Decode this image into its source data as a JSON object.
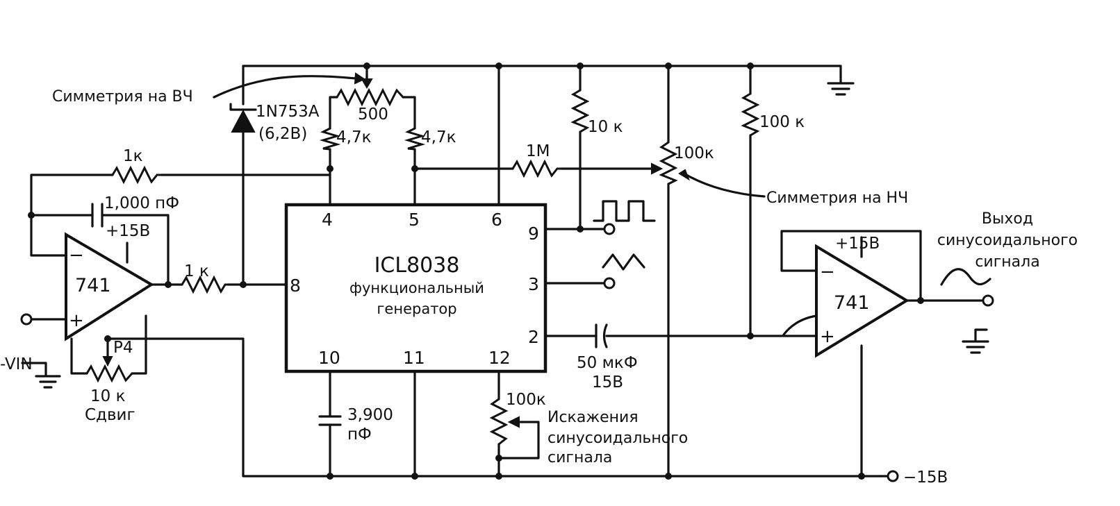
{
  "ic": {
    "name": "ICL8038",
    "description_line1": "функциональный",
    "description_line2": "генератор",
    "pins": {
      "p2": "2",
      "p3": "3",
      "p4": "4",
      "p5": "5",
      "p6": "6",
      "p8": "8",
      "p9": "9",
      "p10": "10",
      "p11": "11",
      "p12": "12"
    }
  },
  "opamp_input": {
    "model": "741",
    "supply": "+15В",
    "minus": "−",
    "plus": "+",
    "pot": "P4",
    "pot_value": "10 к",
    "pot_caption": "Сдвиг",
    "input": "-VIN"
  },
  "opamp_output": {
    "model": "741",
    "supply": "+15В",
    "minus": "−",
    "plus": "+",
    "caption_line1": "Выход",
    "caption_line2": "синусоидального",
    "caption_line3": "сигнала"
  },
  "components": {
    "r_feedback": "1к",
    "c_feedback": "1,000 пФ",
    "r_series": "1 к",
    "diode_name": "1N753A",
    "diode_voltage": "(6,2В)",
    "pot_500": "500",
    "r_47_left": "4,7к",
    "r_47_right": "4,7к",
    "r_10k": "10 к",
    "r_1m": "1М",
    "pot_100k_lf": "100к",
    "r_100k": "100 к",
    "c_coupling_value": "50 мкФ",
    "c_coupling_voltage": "15В",
    "c_timing_value": "3,900",
    "c_timing_unit": "пФ",
    "pot_100k_dist": "100к"
  },
  "annotations": {
    "hf_symmetry": "Симметрия на ВЧ",
    "lf_symmetry": "Симметрия на НЧ",
    "distortion_line1": "Искажения",
    "distortion_line2": "синусоидального",
    "distortion_line3": "сигнала",
    "negative_supply": "−15В"
  }
}
